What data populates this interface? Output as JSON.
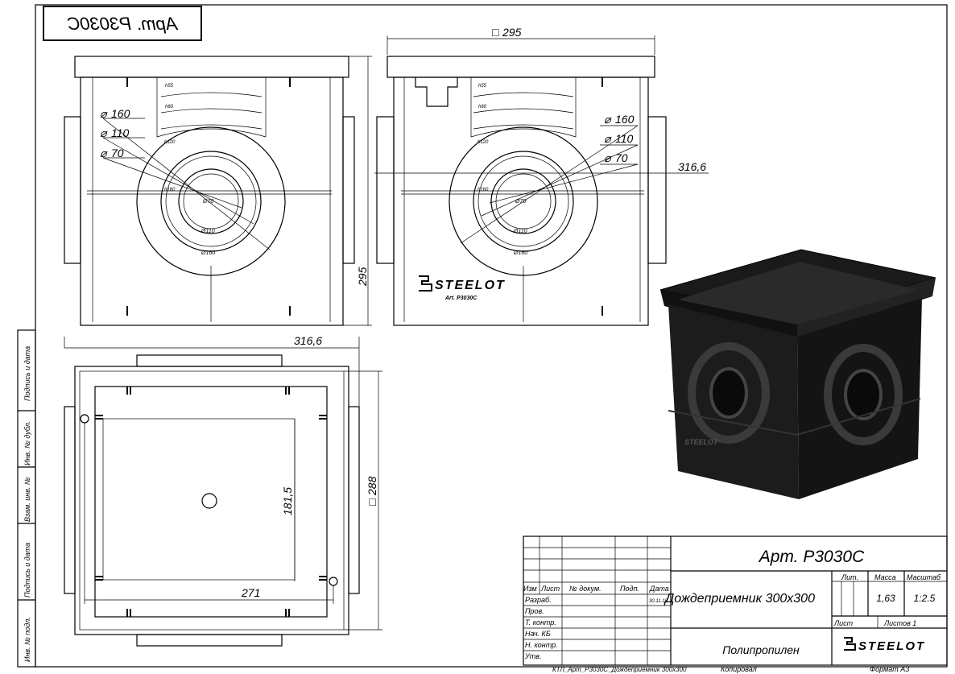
{
  "stamp": {
    "article_mirrored": "Арт. Р3030С"
  },
  "dims": {
    "front_radial_160": "160",
    "front_radial_110": "110",
    "front_radial_70": "70",
    "side_radial_160": "160",
    "side_radial_110": "110",
    "side_radial_70": "70",
    "side_width": "295",
    "front_height": "295",
    "side_total": "316,6",
    "top_width": "316,6",
    "top_height": "288",
    "bolt_vertical": "181,5",
    "bolt_horizontal": "271"
  },
  "part_labels": {
    "h55": "h55",
    "h60": "h60",
    "h120": "h120",
    "h160": "h160",
    "d70": "Ø70",
    "d110": "Ø110",
    "d160": "Ø160"
  },
  "logo": {
    "brand": "STEELOT",
    "art": "Art. P3030C"
  },
  "left_margin": [
    "Подпись и дата",
    "Инв. № дубл.",
    "Взам. инв. №",
    "Подпись и дата",
    "Инв. № подл."
  ],
  "title_block": {
    "article": "Арт. Р3030С",
    "name": "Дождеприемник 300х300",
    "material": "Полипропилен",
    "headers": {
      "izm": "Изм",
      "list": "Лист",
      "docnum": "№ докум.",
      "sign": "Подп.",
      "date": "Дата"
    },
    "rows": [
      "Разраб.",
      "Пров.",
      "Т. контр.",
      "Нач. КБ",
      "Н. контр.",
      "Утв."
    ],
    "dev_date": "30.11.18",
    "lit": "Лит.",
    "mass_label": "Масса",
    "scale_label": "Масштаб",
    "mass": "1,63",
    "scale": "1:2.5",
    "sheet": "Лист",
    "sheets": "Листов 1",
    "brand": "STEELOT"
  },
  "footer": {
    "file": "КТЛ_Арт_Р3030С_Дождеприемник 300х300",
    "copied": "Копировал",
    "format": "Формат А3"
  }
}
